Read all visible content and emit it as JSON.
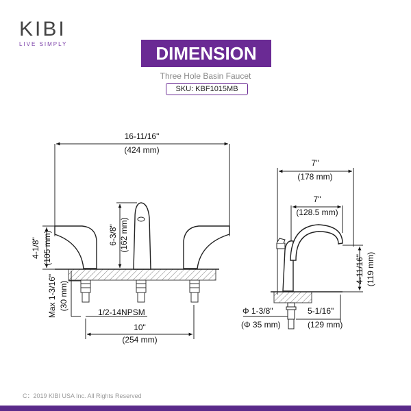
{
  "brand": {
    "name": "KIBI",
    "tagline": "LIVE SIMPLY"
  },
  "header": {
    "title": "DIMENSION",
    "subtitle": "Three Hole Basin Faucet",
    "sku": "SKU: KBF1015MB"
  },
  "front_view": {
    "overall_width": "16-11/16\"",
    "overall_width_mm": "(424 mm)",
    "spout_height": "6-3/8\"",
    "spout_height_mm": "(162 mm)",
    "handle_height": "4-1/8\"",
    "handle_height_mm": "(105 mm)",
    "max_thickness": "Max 1-3/16\"",
    "max_thickness_mm": "(30 mm)",
    "connection": "1/2-14NPSM",
    "spread": "10\"",
    "spread_mm": "(254 mm)"
  },
  "side_view": {
    "total_depth": "7\"",
    "total_depth_mm": "(178 mm)",
    "reach": "7\"",
    "reach_mm": "(128.5 mm)",
    "spout_clearance": "4-11/16\"",
    "spout_clearance_mm": "(119 mm)",
    "hole_diameter": "Φ 1-3/8\"",
    "hole_diameter_mm": "(Φ 35 mm)",
    "base_depth": "5-1/16\"",
    "base_depth_mm": "(129 mm)"
  },
  "footer": {
    "copyright": "C：2019 KIBI USA Inc. All Rights Reserved"
  },
  "colors": {
    "accent": "#6a2a94",
    "footer": "#5a2a8a"
  }
}
